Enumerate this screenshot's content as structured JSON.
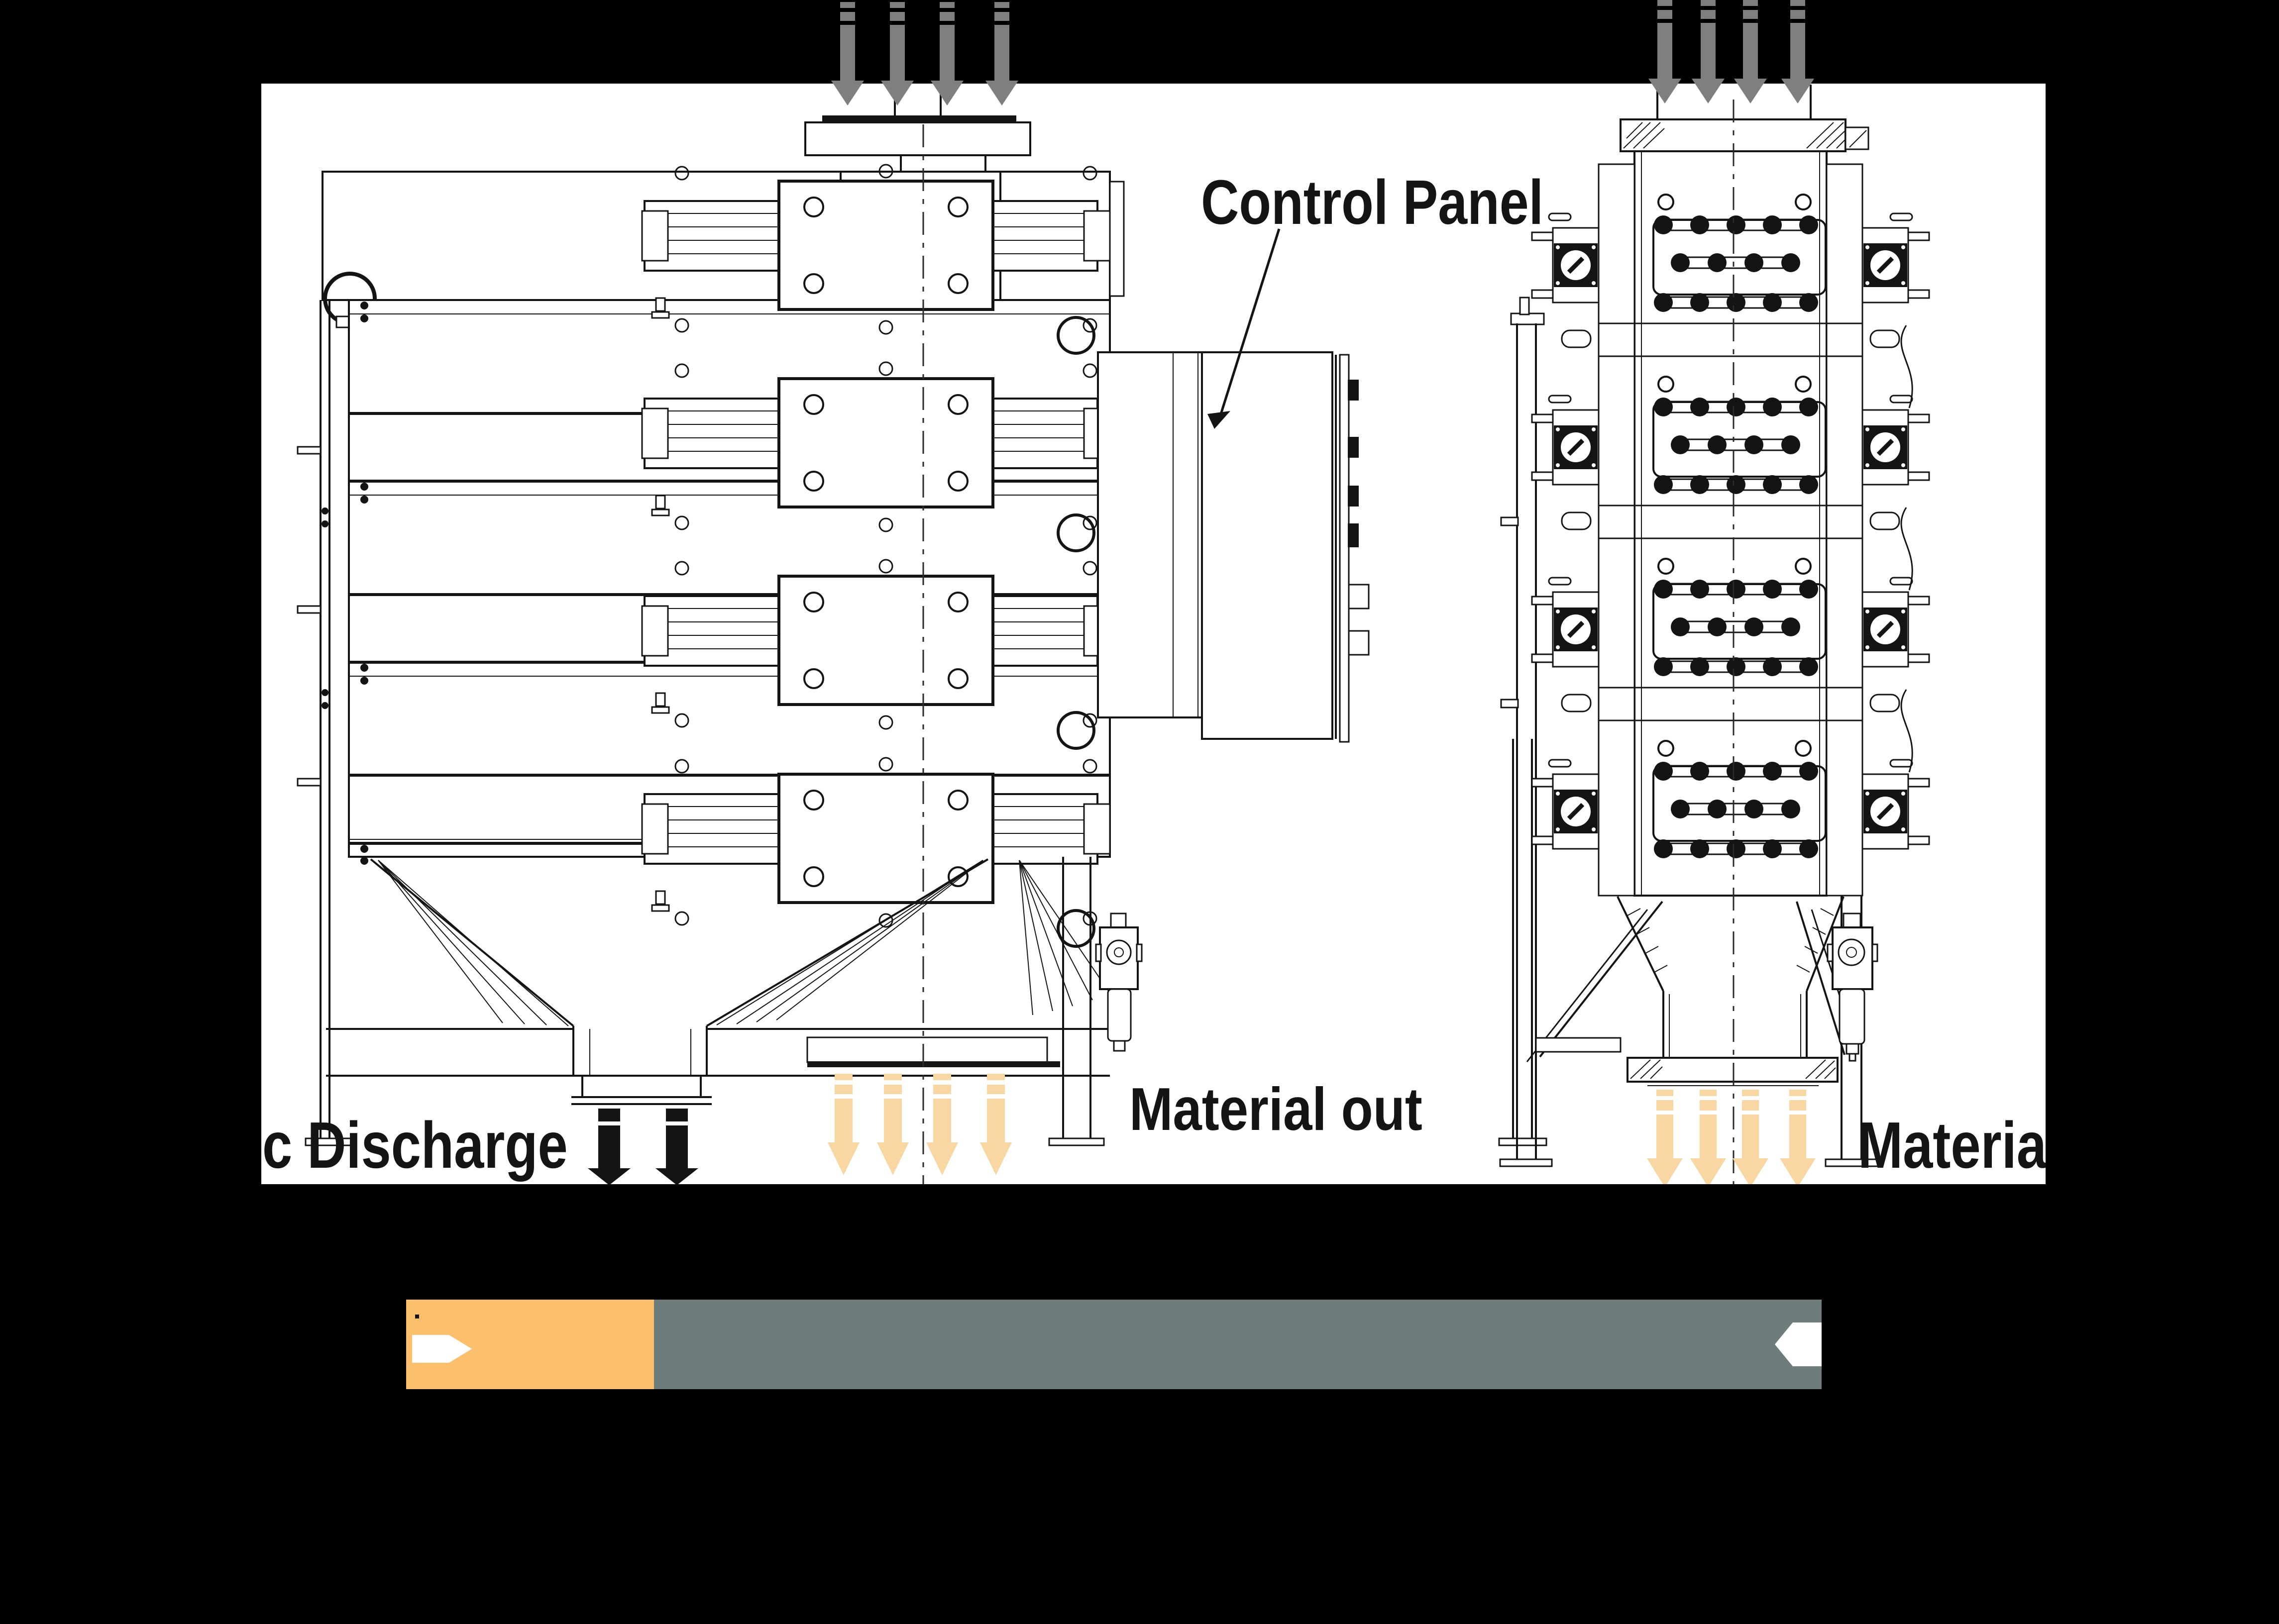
{
  "scene": {
    "background": "#000000",
    "drawing_background": "#ffffff",
    "description_visible_views": 2
  },
  "labels": {
    "control_panel": "Control Panel",
    "magnetic_discharge": "c Discharge",
    "material_out": "Material out",
    "material_out_right": "Materia"
  },
  "colors": {
    "ink": "#141414",
    "drawing_bg": "#ffffff",
    "flow_gray": "#7f7f7f",
    "flow_pale": "#f8d7a2",
    "bar_orange": "#fcbf6b",
    "bar_gray": "#6e7c7c",
    "bar_arrow": "#ffffff"
  },
  "flows": {
    "inlet_left_arrows": {
      "icon": "down-arrow-icon",
      "count": 4,
      "color": "#7f7f7f"
    },
    "inlet_right_arrows": {
      "icon": "down-arrow-icon",
      "count": 4,
      "color": "#7f7f7f"
    },
    "magnetic_discharge_arrows": {
      "icon": "down-arrow-icon",
      "count": 2,
      "color": "#141414"
    },
    "material_out_left_arrows": {
      "icon": "down-arrow-icon",
      "count": 4,
      "color": "#f8d7a2"
    },
    "material_out_right_arrows": {
      "icon": "down-arrow-icon",
      "count": 4,
      "color": "#f8d7a2"
    }
  },
  "flow_bar": {
    "left_segment_color": "#fcbf6b",
    "right_segment_color": "#6e7c7c",
    "left_arrow_direction": "right",
    "right_arrow_direction": "left"
  }
}
